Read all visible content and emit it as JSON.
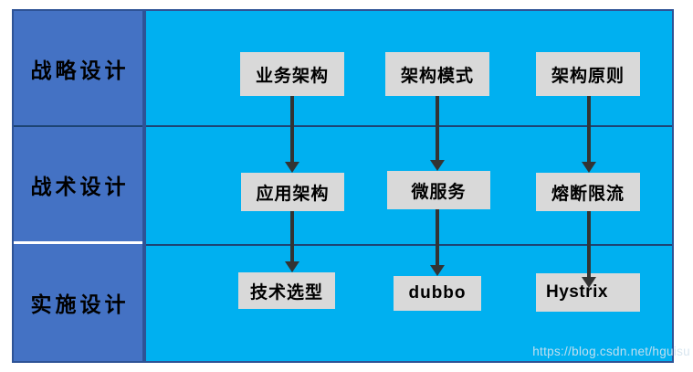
{
  "diagram": {
    "rows": [
      {
        "label": "战略设计"
      },
      {
        "label": "战术设计"
      },
      {
        "label": "实施设计"
      }
    ],
    "columns": [
      {
        "top": "业务架构",
        "middle": "应用架构",
        "bottom": "技术选型"
      },
      {
        "top": "架构模式",
        "middle": "微服务",
        "bottom": "dubbo"
      },
      {
        "top": "架构原则",
        "middle": "熔断限流",
        "bottom": "Hystrix"
      }
    ]
  },
  "watermark": "https://blog.csdn.net/hguisu",
  "colors": {
    "row_header_bg": "#4472C4",
    "body_bg": "#00B0F0",
    "node_bg": "#D9D9D9",
    "table_border": "#2E5396",
    "row_divider": "#1D4474",
    "white_divider": "#FFFFFF",
    "arrow": "#333333",
    "text": "#000000",
    "watermark_text": "#D5E4EF"
  }
}
